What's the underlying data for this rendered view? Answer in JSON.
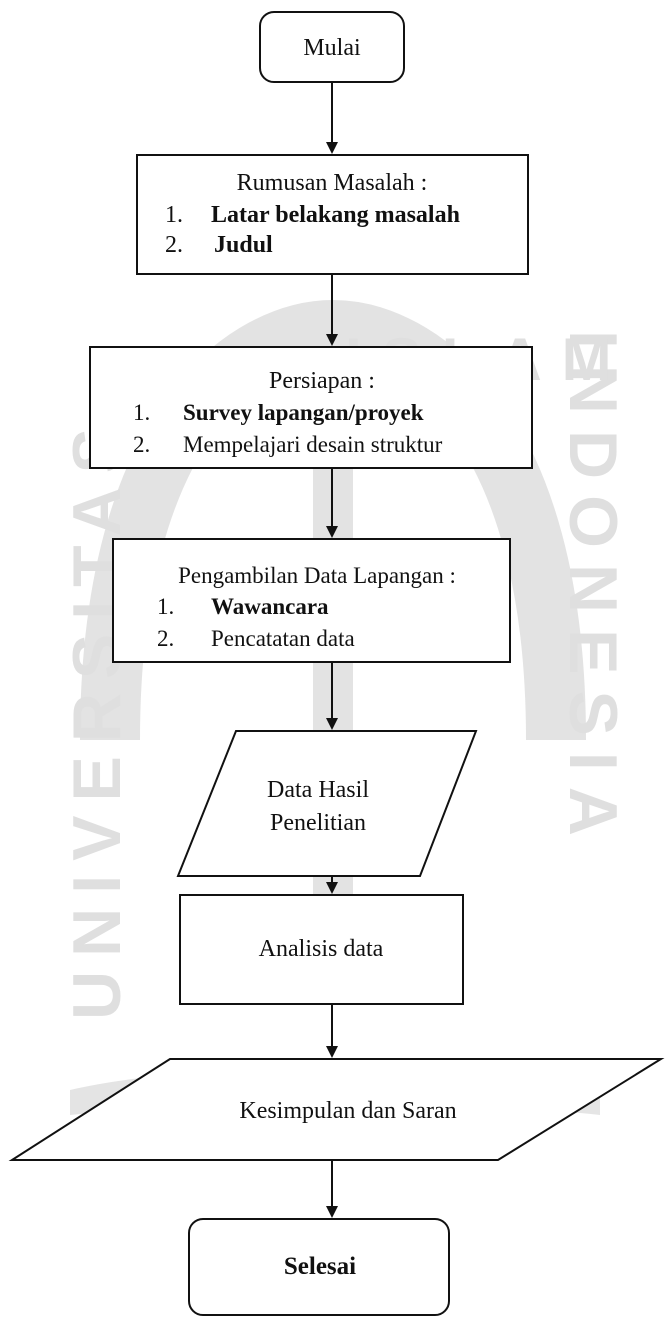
{
  "diagram": {
    "start": {
      "label": "Mulai"
    },
    "problem": {
      "title": "Rumusan Masalah :",
      "items": [
        "Latar belakang masalah",
        "Judul"
      ]
    },
    "preparation": {
      "title": "Persiapan :",
      "items": [
        "Survey lapangan/proyek",
        "Mempelajari desain struktur"
      ]
    },
    "field_data": {
      "title": "Pengambilan Data Lapangan :",
      "items": [
        "Wawancara",
        "Pencatatan data"
      ]
    },
    "research_result": {
      "line1": "Data Hasil",
      "line2": "Penelitian"
    },
    "analysis": {
      "label": "Analisis data"
    },
    "conclusion": {
      "label": "Kesimpulan dan Saran"
    },
    "end": {
      "label": "Selesai"
    }
  },
  "list_numbers": [
    "1.",
    "2."
  ],
  "watermark": {
    "left_text": "UNIVERSITAS",
    "right_text": "INDONESIA",
    "top_text": "ISLAM"
  }
}
